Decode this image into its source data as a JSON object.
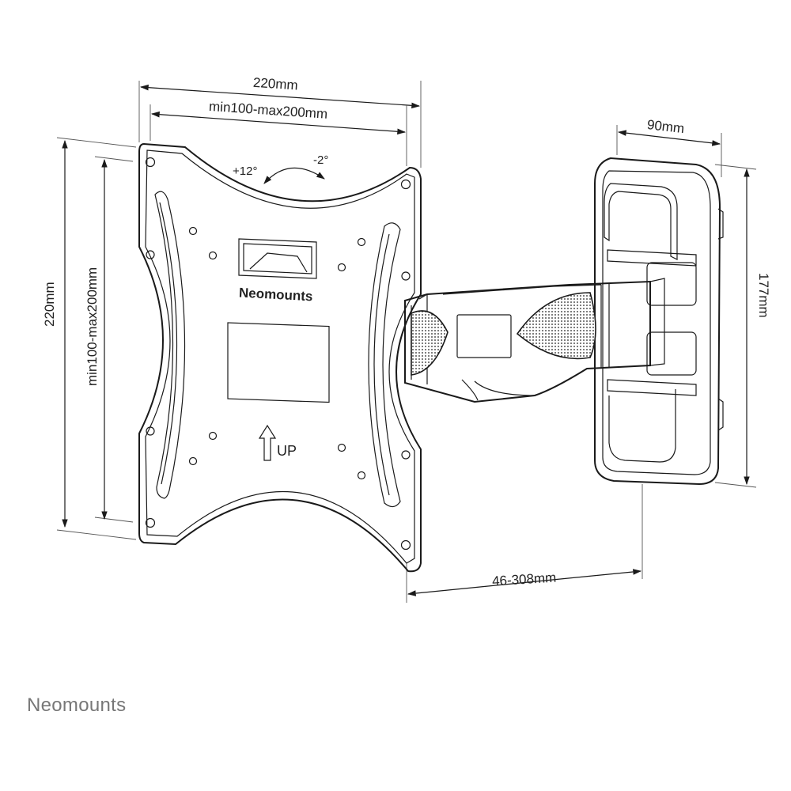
{
  "dimensions": {
    "top_width": "220mm",
    "top_vesa": "min100-max200mm",
    "left_height": "220mm",
    "left_vesa": "min100-max200mm",
    "wall_depth": "90mm",
    "wall_height": "177mm",
    "extension": "46-308mm"
  },
  "tilt": {
    "up": "+12°",
    "down": "-2°"
  },
  "plate": {
    "brand": "Neomounts",
    "up_label": "UP"
  },
  "footer": {
    "brand": "Neomounts"
  }
}
